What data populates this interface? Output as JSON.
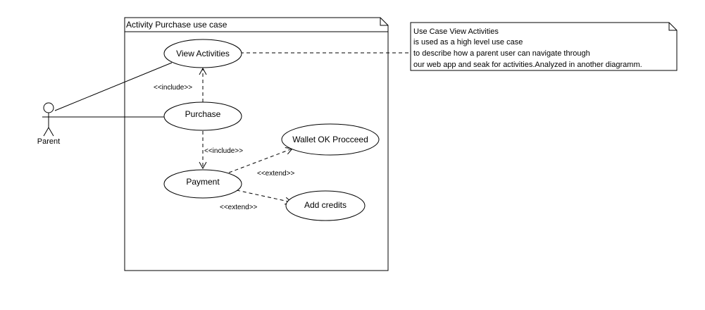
{
  "frame": {
    "title": "Activity Purchase use case"
  },
  "note": {
    "lines": [
      "Use Case View Activities",
      "is used as a high level use case",
      "to describe how a parent user can navigate through",
      "our web app and seak for activities.Analyzed in another diagramm."
    ]
  },
  "actor": {
    "label": "Parent"
  },
  "use_cases": {
    "view_activities": "View Activities",
    "purchase": "Purchase",
    "payment": "Payment",
    "wallet_ok": "Wallet OK Procceed",
    "add_credits": "Add credits"
  },
  "relations": {
    "include_view": "<<include>>",
    "include_payment": "<<include>>",
    "extend_wallet": "<<extend>>",
    "extend_credits": "<<extend>>"
  }
}
